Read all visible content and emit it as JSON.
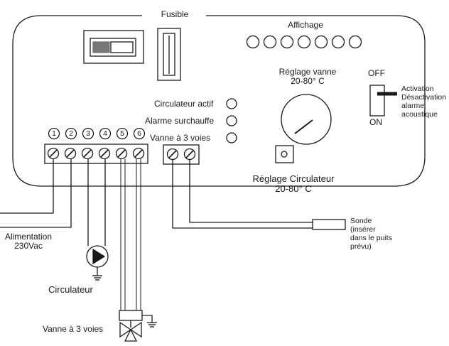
{
  "labels": {
    "fusible": "Fusible",
    "affichage": "Affichage",
    "reglage_vanne": [
      "Réglage vanne",
      "20-80° C"
    ],
    "off": "OFF",
    "on": "ON",
    "activation": [
      "Activation",
      "Désactivation",
      "alarme",
      "acoustique"
    ],
    "circulateur_actif": "Circulateur actif",
    "alarme_surchauffe": "Alarme surchauffe",
    "vanne_voies_panel": "Vanne à 3 voies",
    "terminal_numbers": [
      "1",
      "2",
      "3",
      "4",
      "5",
      "6"
    ],
    "reglage_circulateur": [
      "Réglage Circulateur",
      "20-80° C"
    ],
    "sonde": [
      "Sonde",
      "(insérer",
      "dans le puits",
      "prévu)"
    ],
    "alimentation": [
      "Alimentation",
      "230Vac"
    ],
    "circulateur": "Circulateur",
    "vanne_voies": "Vanne à 3 voies"
  },
  "colors": {
    "line": "#1a1a1a",
    "background": "#ffffff"
  }
}
